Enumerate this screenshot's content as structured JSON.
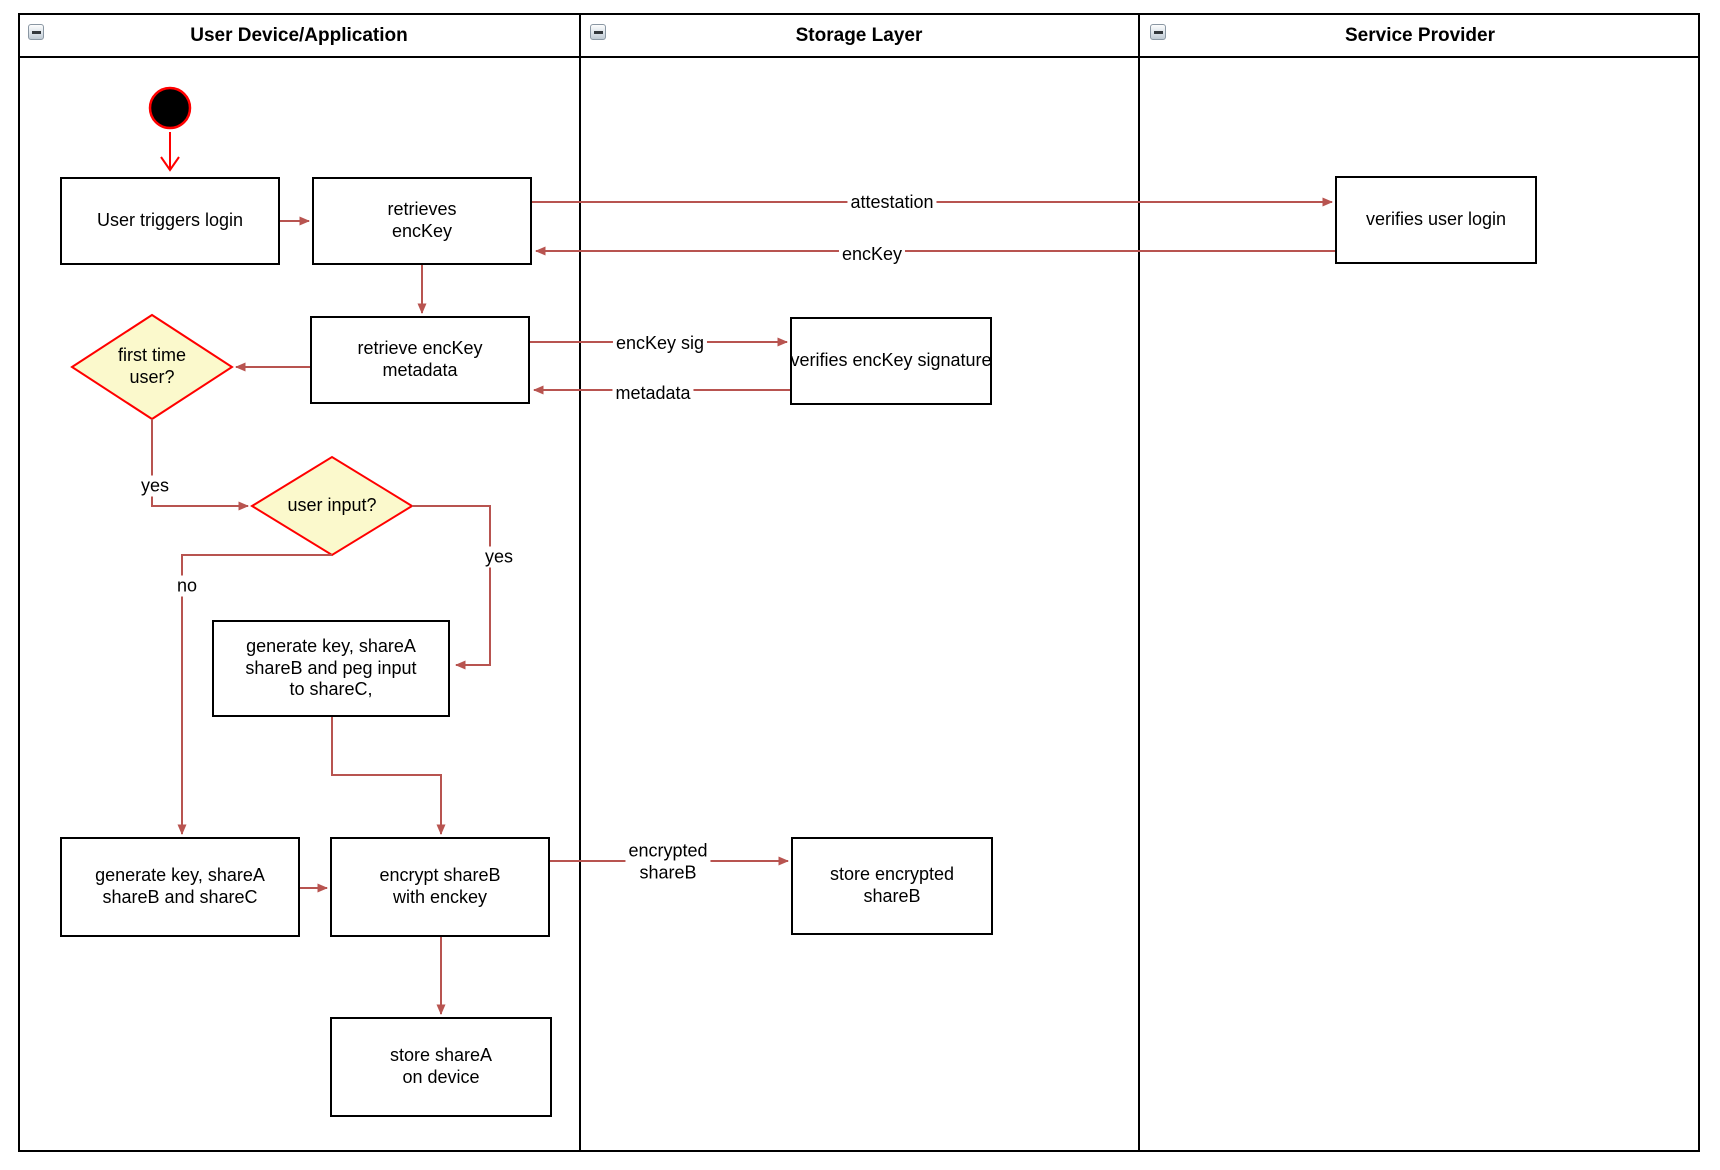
{
  "lanes": [
    {
      "title": "User Device/Application"
    },
    {
      "title": "Storage Layer"
    },
    {
      "title": "Service Provider"
    }
  ],
  "nodes": {
    "user_triggers_login": {
      "label": "User triggers login"
    },
    "retrieves_enckey": {
      "label": "retrieves\nencKey"
    },
    "retrieve_enckey_metadata": {
      "label": "retrieve encKey\nmetadata"
    },
    "generate_key_peg": {
      "label": "generate key, shareA\nshareB and peg input\nto shareC,"
    },
    "generate_key_shares": {
      "label": "generate key, shareA\nshareB and shareC"
    },
    "encrypt_shareb": {
      "label": "encrypt shareB\nwith enckey"
    },
    "store_sharea": {
      "label": "store shareA\non device"
    },
    "verifies_user_login": {
      "label": "verifies user login"
    },
    "verifies_enckey_signature": {
      "label": "verifies encKey signature"
    },
    "store_encrypted_shareb": {
      "label": "store encrypted\nshareB"
    }
  },
  "decisions": {
    "first_time_user": {
      "label": "first time\nuser?"
    },
    "user_input": {
      "label": "user input?"
    }
  },
  "edge_labels": {
    "attestation": "attestation",
    "enckey": "encKey",
    "enckey_sig": "encKey sig",
    "metadata": "metadata",
    "yes_first_time": "yes",
    "yes_user_input": "yes",
    "no_user_input": "no",
    "encrypted_shareb": "encrypted\nshareB"
  },
  "colors": {
    "arrow_brown": "#B85450",
    "accent_red": "#FF0000",
    "decision_fill": "#FBF9CC",
    "node_border": "#000000"
  }
}
